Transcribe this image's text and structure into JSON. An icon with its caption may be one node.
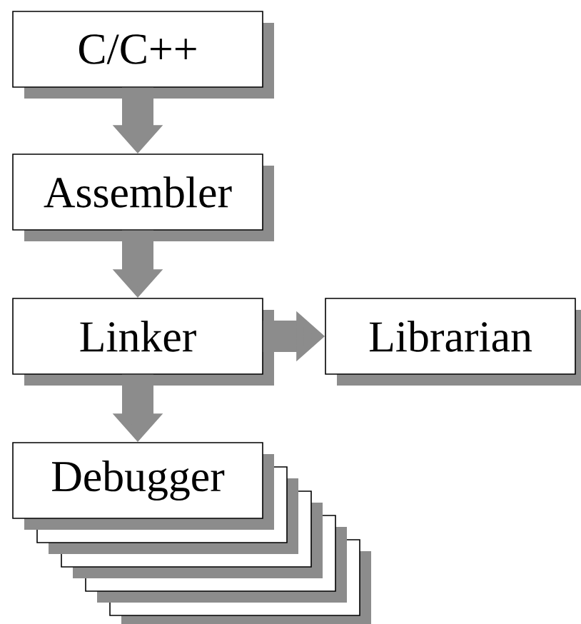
{
  "diagram": {
    "nodes": [
      {
        "text": [
          "C/C++"
        ]
      },
      {
        "text": [
          "Assembler"
        ]
      },
      {
        "text": [
          "Linker"
        ]
      },
      {
        "text": [
          "Librarian"
        ]
      },
      {
        "text": [
          "Debugger"
        ]
      }
    ],
    "edges": [
      {
        "from": 0,
        "to": 1,
        "arrow": "to"
      },
      {
        "from": 1,
        "to": 2,
        "arrow": "to"
      },
      {
        "from": 2,
        "to": 3,
        "arrow": "to"
      },
      {
        "from": 2,
        "to": 4,
        "arrow": "to"
      }
    ]
  }
}
